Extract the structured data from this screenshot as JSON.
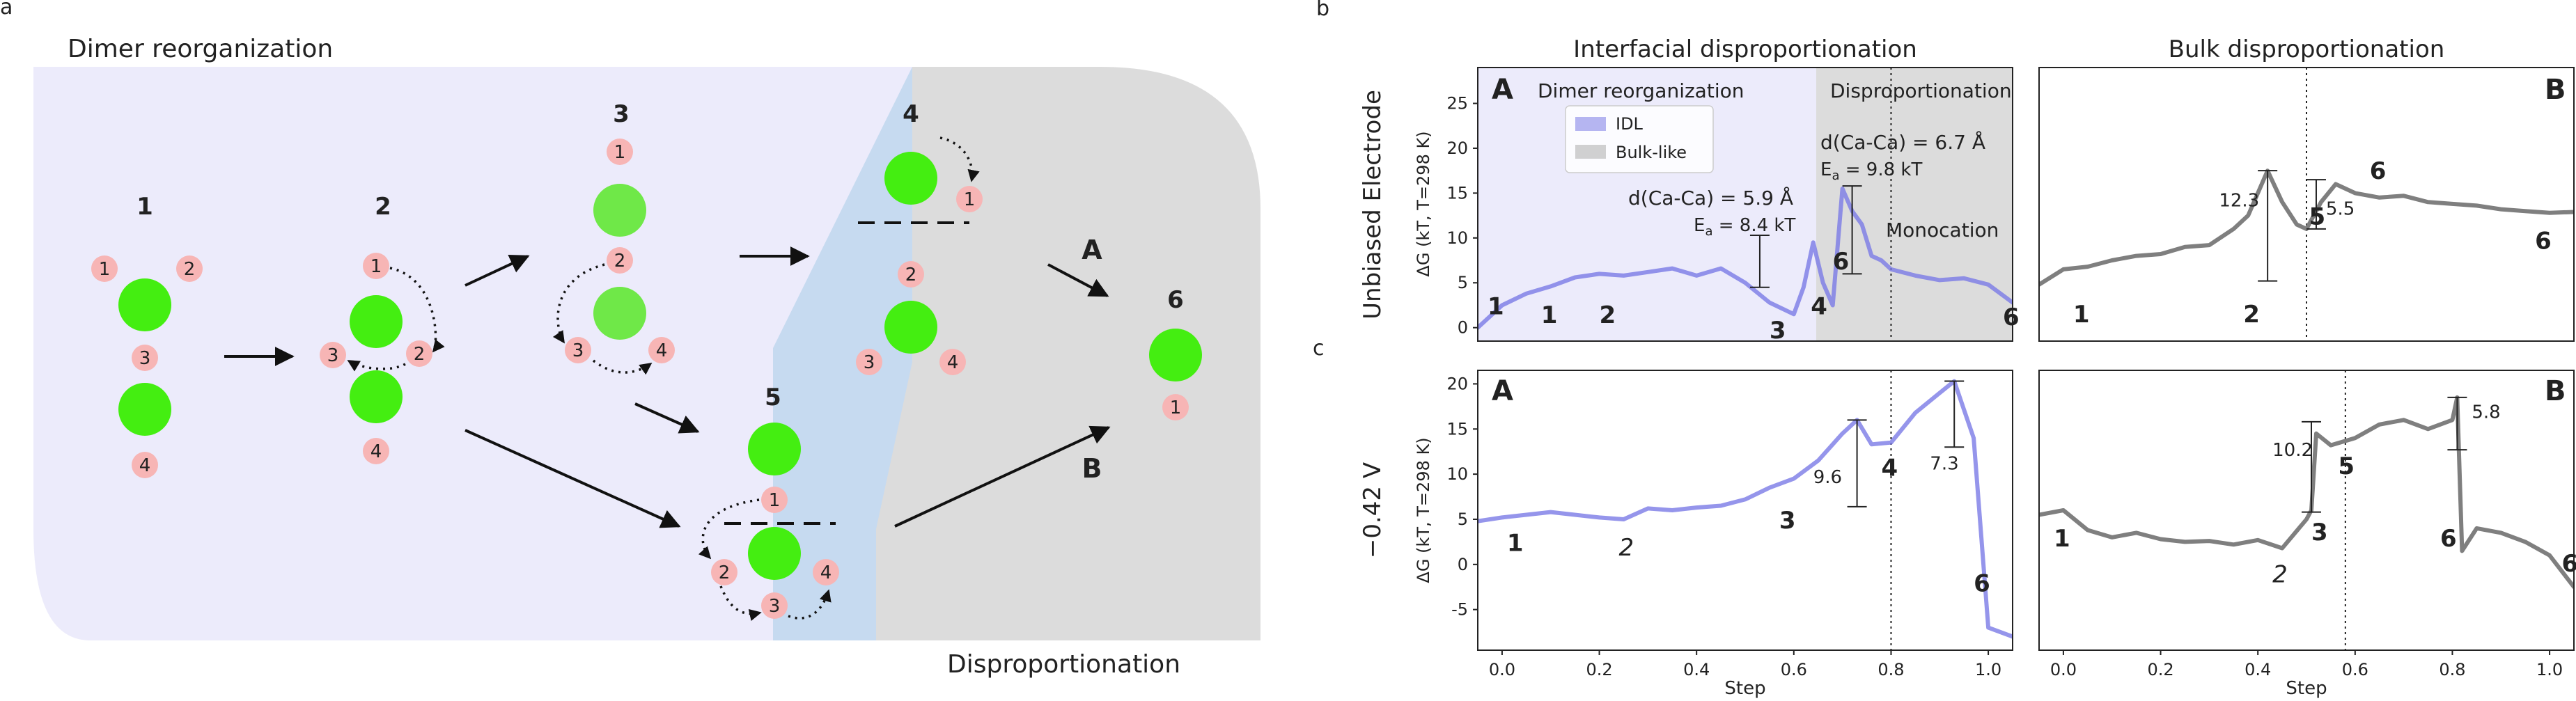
{
  "panel_letters": {
    "a": "a",
    "b": "b",
    "c": "c"
  },
  "scheme": {
    "region_left": "Dimer reorganization",
    "region_right": "Disproportionation",
    "paths": {
      "A": "A",
      "B": "B"
    },
    "state_labels": [
      "1",
      "2",
      "3",
      "4",
      "5",
      "6"
    ],
    "ion_numbers": [
      "1",
      "2",
      "3",
      "4"
    ]
  },
  "columns": {
    "left": "Interfacial disproportionation",
    "right": "Bulk disproportionation"
  },
  "rows": {
    "top": "Unbiased Electrode",
    "bottom": "−0.42 V"
  },
  "axes": {
    "ylabel": "ΔG (kT, T=298 K)",
    "xlabel": "Step",
    "x_ticks": [
      "0.0",
      "0.2",
      "0.4",
      "0.6",
      "0.8",
      "1.0"
    ],
    "y_ticks_top": [
      "0",
      "5",
      "10",
      "15",
      "20",
      "25"
    ],
    "y_ticks_bottom": [
      "-5",
      "0",
      "5",
      "10",
      "15",
      "20"
    ]
  },
  "legend": {
    "idl": "IDL",
    "bulk": "Bulk-like"
  },
  "annotations": {
    "dimer_reorg": "Dimer reorganization",
    "dispro": "Disproportionation",
    "monocation": "Monocation",
    "d1": "d(Ca-Ca) = 5.9 Å",
    "ea1_E": "E",
    "ea1_sub": "a",
    "ea1_rest": " = 8.4 kT",
    "d2": "d(Ca-Ca) = 6.7 Å",
    "ea2_E": "E",
    "ea2_sub": "a",
    "ea2_rest": " = 9.8 kT"
  },
  "subplot_letters": {
    "tl": "A",
    "tr": "B",
    "bl": "A",
    "br": "B"
  },
  "colors": {
    "idl": "#7a7ae6",
    "bulk": "#7f7f7f",
    "ion": "#f7b5b5",
    "ion_text": "#ffffff",
    "molecule": "#44ee11",
    "bg_left": "#ecebfb",
    "bg_right": "#dcdcdc",
    "bg_blue": "#c6daf0"
  },
  "chart_data": [
    {
      "type": "line",
      "panel": "top-left",
      "xlim": [
        -0.05,
        1.05
      ],
      "ylim": [
        -1.5,
        29
      ],
      "divider_x": 0.8,
      "series": [
        {
          "name": "IDL",
          "color": "#7a7ae6",
          "x": [
            -0.05,
            0.0,
            0.05,
            0.1,
            0.15,
            0.2,
            0.25,
            0.3,
            0.35,
            0.4,
            0.45,
            0.5,
            0.55,
            0.6,
            0.62,
            0.64,
            0.66,
            0.68,
            0.7,
            0.72,
            0.74,
            0.76,
            0.78,
            0.8,
            0.85,
            0.9,
            0.95,
            1.0,
            1.05
          ],
          "y": [
            0,
            2.5,
            3.8,
            4.6,
            5.6,
            6.0,
            5.8,
            6.2,
            6.6,
            5.8,
            6.6,
            5.0,
            2.8,
            1.5,
            4.5,
            9.5,
            5.0,
            2.5,
            15.5,
            13.0,
            11.5,
            8.0,
            7.5,
            6.5,
            5.8,
            5.3,
            5.5,
            4.8,
            2.8
          ]
        }
      ],
      "labels": [
        "1",
        "1",
        "2",
        "3",
        "4",
        "6",
        "6"
      ],
      "error_bars": [
        {
          "x": 0.53,
          "lo": 4.5,
          "hi": 10.3
        },
        {
          "x": 0.72,
          "lo": 6.0,
          "hi": 15.8
        }
      ]
    },
    {
      "type": "line",
      "panel": "top-right",
      "xlim": [
        -0.05,
        1.05
      ],
      "ylim": [
        -1.5,
        29
      ],
      "divider_x": 0.5,
      "series": [
        {
          "name": "Bulk-like",
          "color": "#7f7f7f",
          "x": [
            -0.05,
            0.0,
            0.05,
            0.1,
            0.15,
            0.2,
            0.25,
            0.3,
            0.35,
            0.38,
            0.42,
            0.45,
            0.48,
            0.5,
            0.53,
            0.56,
            0.6,
            0.65,
            0.7,
            0.75,
            0.8,
            0.85,
            0.9,
            0.95,
            1.0,
            1.05
          ],
          "y": [
            4.8,
            6.5,
            6.8,
            7.5,
            8.0,
            8.2,
            9.0,
            9.2,
            11.0,
            12.5,
            17.5,
            14.0,
            11.5,
            11.0,
            14.0,
            16.0,
            15.0,
            14.5,
            14.7,
            14.0,
            13.8,
            13.6,
            13.2,
            13.0,
            12.8,
            12.9
          ]
        }
      ],
      "labels": [
        "1",
        "2",
        "5",
        "6",
        "6"
      ],
      "error_bars": [
        {
          "x": 0.42,
          "lo": 5.2,
          "hi": 17.5
        },
        {
          "x": 0.52,
          "lo": 11.0,
          "hi": 16.5
        }
      ],
      "bar_labels": [
        "12.3",
        "5.5"
      ]
    },
    {
      "type": "line",
      "panel": "bottom-left",
      "xlim": [
        -0.05,
        1.05
      ],
      "ylim": [
        -9.5,
        21.5
      ],
      "divider_x": 0.8,
      "series": [
        {
          "name": "IDL",
          "color": "#7a7ae6",
          "x": [
            -0.05,
            0.0,
            0.1,
            0.2,
            0.25,
            0.3,
            0.35,
            0.4,
            0.45,
            0.5,
            0.55,
            0.6,
            0.65,
            0.7,
            0.73,
            0.76,
            0.8,
            0.85,
            0.9,
            0.93,
            0.97,
            1.0,
            1.05
          ],
          "y": [
            4.8,
            5.2,
            5.8,
            5.2,
            5.0,
            6.2,
            6.0,
            6.3,
            6.5,
            7.2,
            8.5,
            9.5,
            11.5,
            14.5,
            16.0,
            13.3,
            13.5,
            16.8,
            19.0,
            20.3,
            14.0,
            -7.0,
            -8.0
          ]
        }
      ],
      "labels": [
        "1",
        "2",
        "3",
        "4",
        "6"
      ],
      "error_bars": [
        {
          "x": 0.73,
          "lo": 6.4,
          "hi": 16.0
        },
        {
          "x": 0.93,
          "lo": 13.0,
          "hi": 20.3
        }
      ],
      "bar_labels": [
        "9.6",
        "7.3"
      ]
    },
    {
      "type": "line",
      "panel": "bottom-right",
      "xlim": [
        -0.05,
        1.05
      ],
      "ylim": [
        -9.5,
        21.5
      ],
      "divider_x": 0.58,
      "series": [
        {
          "name": "Bulk-like",
          "color": "#7f7f7f",
          "x": [
            -0.05,
            0.0,
            0.05,
            0.1,
            0.15,
            0.2,
            0.25,
            0.3,
            0.35,
            0.4,
            0.45,
            0.5,
            0.51,
            0.52,
            0.55,
            0.6,
            0.65,
            0.7,
            0.75,
            0.8,
            0.81,
            0.82,
            0.85,
            0.9,
            0.95,
            1.0,
            1.05
          ],
          "y": [
            5.5,
            6.0,
            3.8,
            3.0,
            3.5,
            2.8,
            2.5,
            2.6,
            2.2,
            2.7,
            1.8,
            5.0,
            6.0,
            14.5,
            13.2,
            14.0,
            15.5,
            16.0,
            15.0,
            16.0,
            18.5,
            1.5,
            4.0,
            3.5,
            2.5,
            1.0,
            -2.5
          ]
        }
      ],
      "labels": [
        "1",
        "2",
        "3",
        "5",
        "6",
        "6"
      ],
      "error_bars": [
        {
          "x": 0.51,
          "lo": 5.8,
          "hi": 15.8
        },
        {
          "x": 0.81,
          "lo": 12.7,
          "hi": 18.5
        }
      ],
      "bar_labels": [
        "10.2",
        "5.8"
      ]
    }
  ]
}
